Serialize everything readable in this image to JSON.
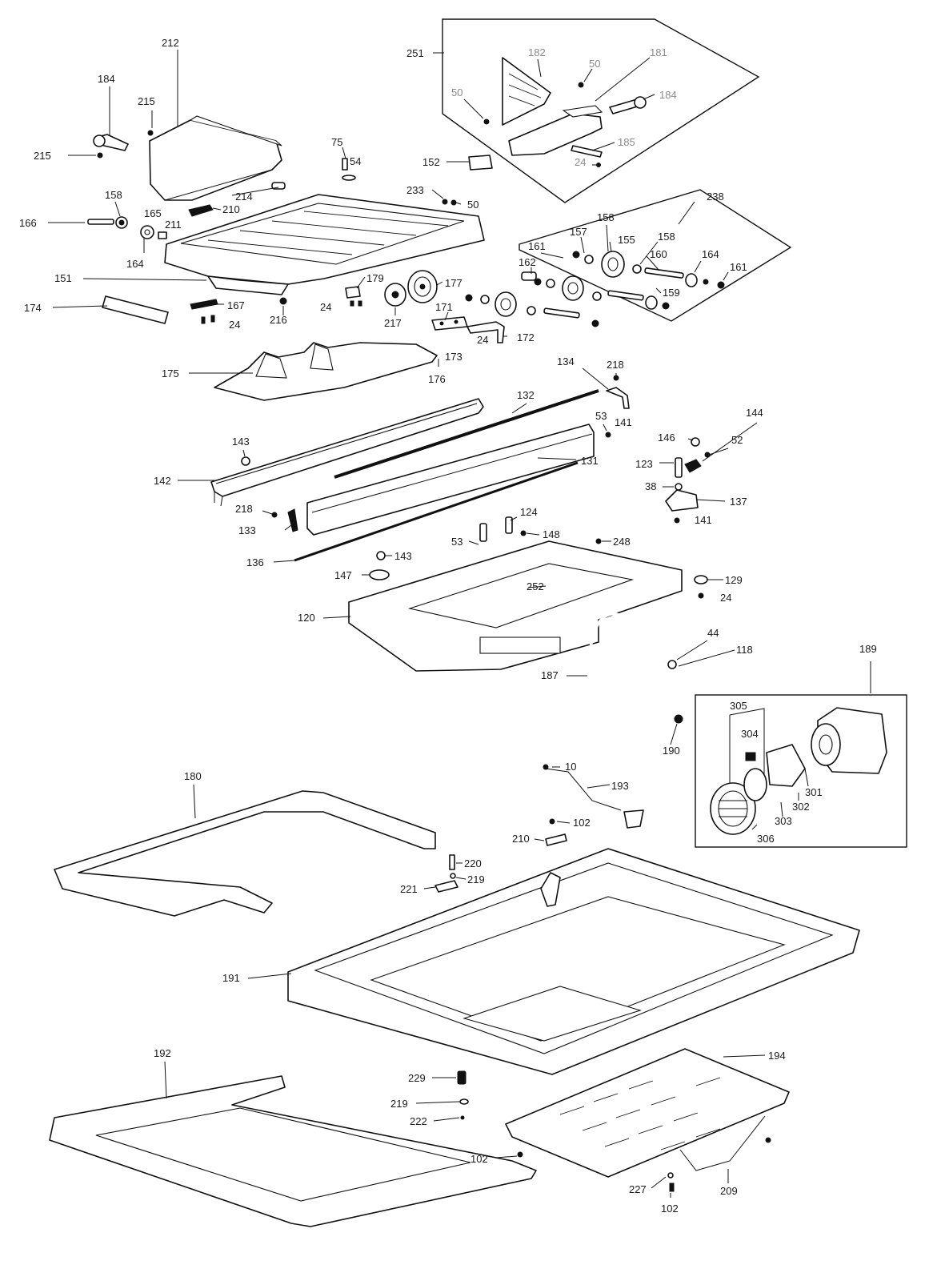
{
  "labels": {
    "l212": "212",
    "l184a": "184",
    "l215a": "215",
    "l215b": "215",
    "l158a": "158",
    "l166": "166",
    "l165": "165",
    "l211": "211",
    "l164a": "164",
    "l75": "75",
    "l54": "54",
    "l214": "214",
    "l210a": "210",
    "l152": "152",
    "l233": "233",
    "l50a": "50",
    "l151": "151",
    "l174": "174",
    "l167": "167",
    "l24a": "24",
    "l24b": "24",
    "l216": "216",
    "l179": "179",
    "l217": "217",
    "l177": "177",
    "l171": "171",
    "l24c": "24",
    "l172": "172",
    "l173": "173",
    "l176": "176",
    "l175": "175",
    "l251": "251",
    "l182": "182",
    "l50b": "50",
    "l181": "181",
    "l50c": "50",
    "l184b": "184",
    "l185": "185",
    "l24d": "24",
    "l238": "238",
    "l158b": "158",
    "l157": "157",
    "l158c": "158",
    "l161a": "161",
    "l155": "155",
    "l160": "160",
    "l164b": "164",
    "l161b": "161",
    "l162": "162",
    "l159": "159",
    "l134": "134",
    "l218a": "218",
    "l132": "132",
    "l53a": "53",
    "l141a": "141",
    "l143a": "143",
    "l131": "131",
    "l142": "142",
    "l218b": "218",
    "l133": "133",
    "l146": "146",
    "l144": "144",
    "l52": "52",
    "l123": "123",
    "l38": "38",
    "l137": "137",
    "l141b": "141",
    "l124": "124",
    "l53b": "53",
    "l148": "148",
    "l248": "248",
    "l136": "136",
    "l143b": "143",
    "l147": "147",
    "l252": "252",
    "l129": "129",
    "l24e": "24",
    "l120": "120",
    "l44": "44",
    "l118": "118",
    "l187": "187",
    "l190": "190",
    "l189": "189",
    "l305": "305",
    "l304": "304",
    "l301": "301",
    "l302": "302",
    "l303": "303",
    "l306": "306",
    "l10": "10",
    "l193": "193",
    "l102a": "102",
    "l210b": "210",
    "l180": "180",
    "l220": "220",
    "l221": "221",
    "l219a": "219",
    "l191": "191",
    "l192": "192",
    "l229": "229",
    "l219b": "219",
    "l222": "222",
    "l194": "194",
    "l102b": "102",
    "l227": "227",
    "l102c": "102",
    "l209": "209"
  }
}
